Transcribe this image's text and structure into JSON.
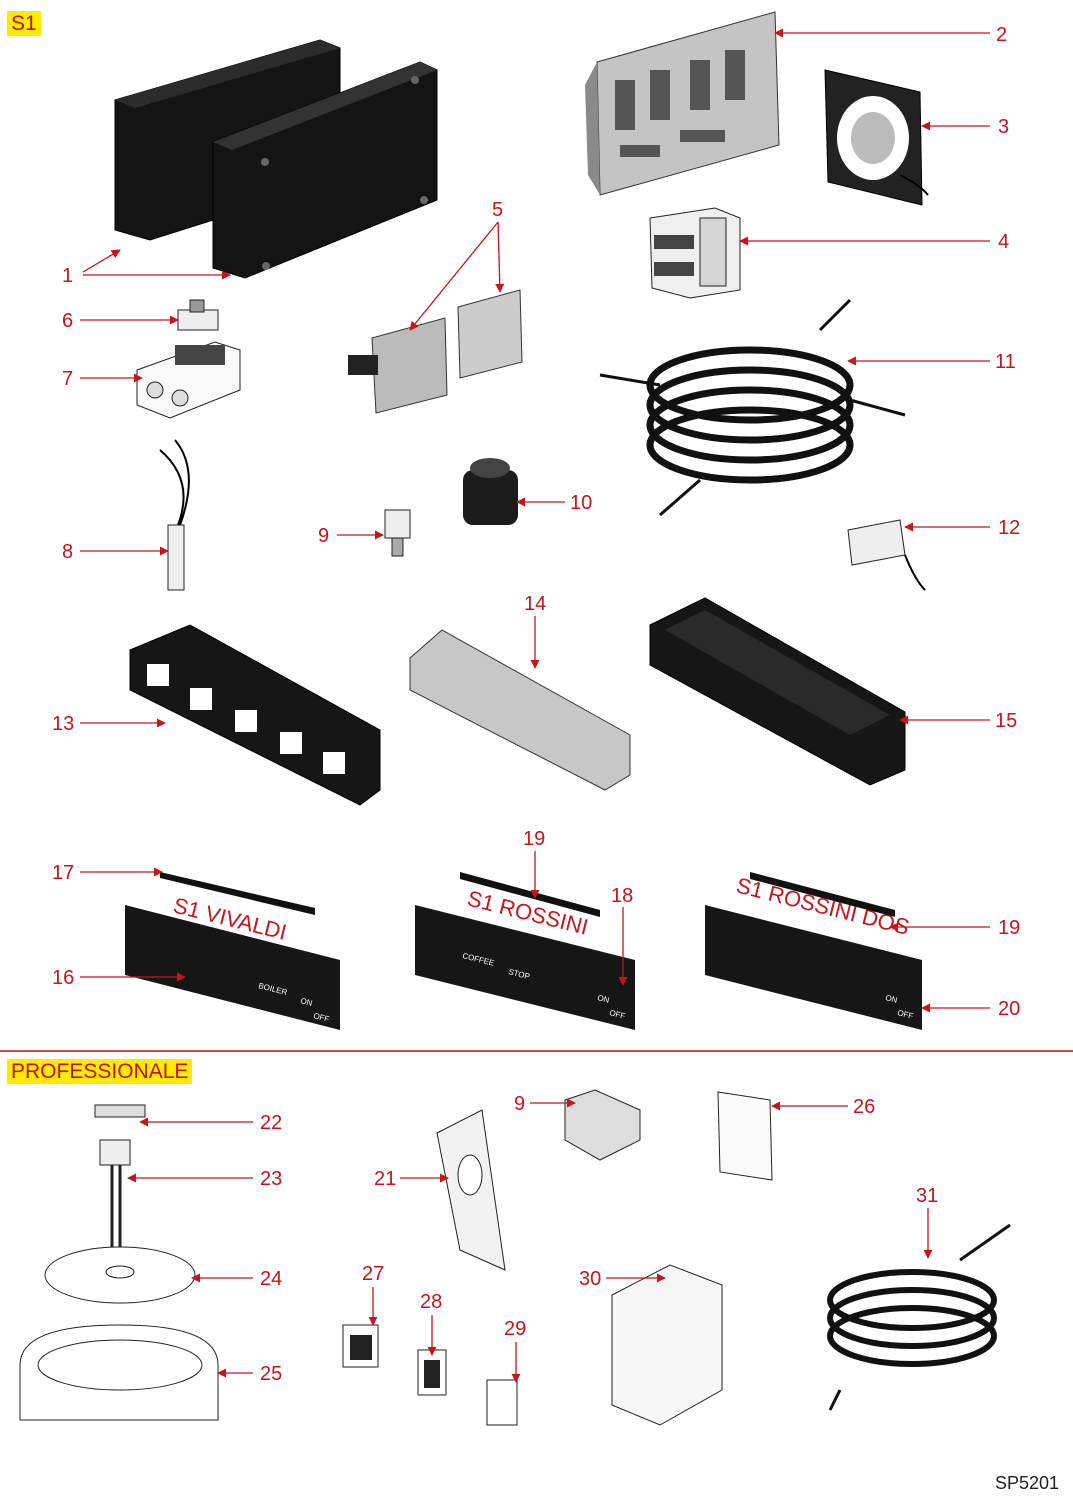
{
  "sections": {
    "s1_label": "S1",
    "professionale_label": "PROFESSIONALE"
  },
  "callouts": [
    "1",
    "2",
    "3",
    "4",
    "5",
    "6",
    "7",
    "8",
    "9",
    "10",
    "11",
    "12",
    "13",
    "14",
    "15",
    "16",
    "17",
    "18",
    "19",
    "20",
    "21",
    "22",
    "23",
    "24",
    "25",
    "26",
    "27",
    "28",
    "29",
    "30",
    "31"
  ],
  "panel_labels": {
    "vivaldi": "S1 VIVALDI",
    "rossini": "S1 ROSSINI",
    "rossini_dos": "S1 ROSSINI DOS"
  },
  "button_texts": {
    "boiler": "BOILER",
    "coffee": "COFFEE",
    "stop": "STOP",
    "on": "ON",
    "off": "OFF"
  },
  "drawing_code": "SP5201",
  "colors": {
    "callout": "#c8141a",
    "section_tag_bg": "#ffeb00",
    "divider": "#c9504a"
  }
}
